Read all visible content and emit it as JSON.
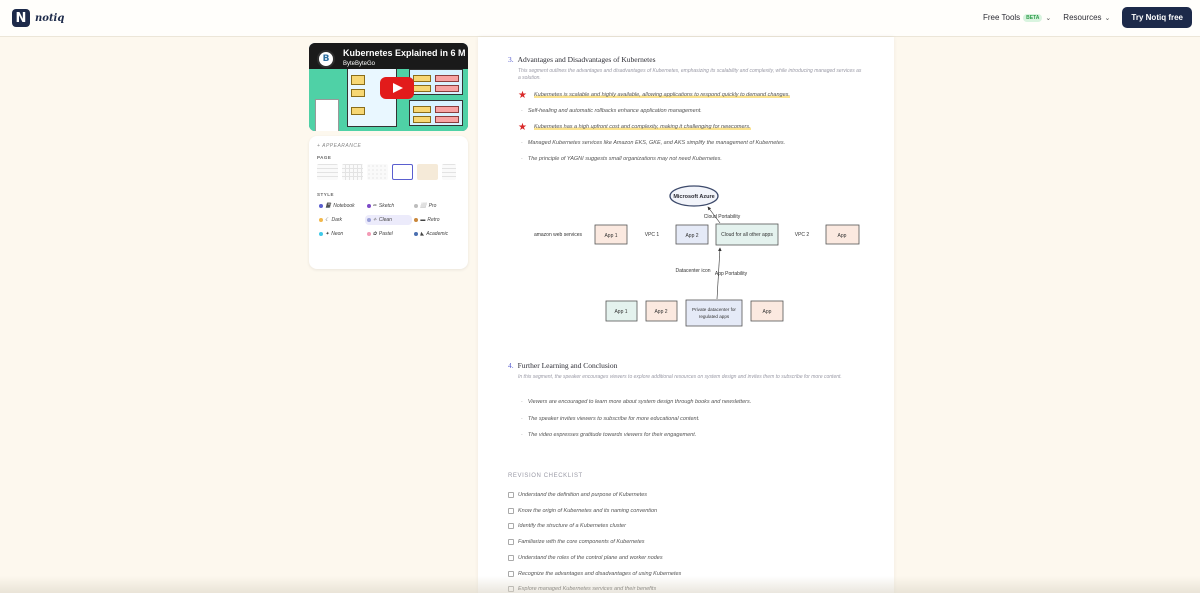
{
  "nav": {
    "logo_letter": "N",
    "logo_text": "notiq",
    "free_tools": "Free Tools",
    "beta_badge": "BETA",
    "resources": "Resources",
    "try_button": "Try Notiq free"
  },
  "video": {
    "title": "Kubernetes Explained in 6 M",
    "channel": "ByteByteGo"
  },
  "appearance": {
    "heading": "+ APPEARANCE",
    "page_label": "PAGE",
    "style_label": "STYLE",
    "styles": [
      {
        "label": "Notebook",
        "color": "#5a5fcf"
      },
      {
        "label": "Sketch",
        "color": "#7d4ac7"
      },
      {
        "label": "Pro",
        "color": "#bdbdbd"
      },
      {
        "label": "Dark",
        "color": "#f2b84b"
      },
      {
        "label": "Clean",
        "color": "#9aa0d8"
      },
      {
        "label": "Retro",
        "color": "#c9873a"
      },
      {
        "label": "Neon",
        "color": "#3fc9e8"
      },
      {
        "label": "Pastel",
        "color": "#f49ab5"
      },
      {
        "label": "Academic",
        "color": "#4b6fb0"
      }
    ]
  },
  "section3": {
    "num": "3.",
    "title": "Advantages and Disadvantages of Kubernetes",
    "desc": "This segment outlines the advantages and disadvantages of Kubernetes, emphasizing its scalability and complexity, while introducing managed services as a solution.",
    "bullets": [
      "Kubernetes is scalable and highly available, allowing applications to respond quickly to demand changes.",
      "Self-healing and automatic rollbacks enhance application management.",
      "Kubernetes has a high upfront cost and complexity, making it challenging for newcomers.",
      "Managed Kubernetes services like Amazon EKS, GKE, and AKS simplify the management of Kubernetes.",
      "The principle of YAGNI suggests small organizations may not need Kubernetes."
    ]
  },
  "diagram": {
    "azure": "Microsoft Azure",
    "cloud_portability": "Cloud Portability",
    "aws": "amazon web services",
    "app1": "App 1",
    "vpc1": "VPC 1",
    "app2": "App 2",
    "cloud_apps": "Cloud for all other apps",
    "vpc2": "VPC 2",
    "app": "App",
    "datacenter": "Datacenter icon",
    "app_portability": "App Portability",
    "private_dc_1": "Private datacenter for",
    "private_dc_2": "regulated apps"
  },
  "section4": {
    "num": "4.",
    "title": "Further Learning and Conclusion",
    "desc": "In this segment, the speaker encourages viewers to explore additional resources on system design and invites them to subscribe for more content.",
    "bullets": [
      "Viewers are encouraged to learn more about system design through books and newsletters.",
      "The speaker invites viewers to subscribe for more educational content.",
      "The video expresses gratitude towards viewers for their engagement."
    ]
  },
  "checklist": {
    "heading": "REVISION CHECKLIST",
    "items": [
      "Understand the definition and purpose of Kubernetes",
      "Know the origin of Kubernetes and its naming convention",
      "Identify the structure of a Kubernetes cluster",
      "Familiarize with the core components of Kubernetes",
      "Understand the roles of the control plane and worker nodes",
      "Recognize the advantages and disadvantages of using Kubernetes",
      "Explore managed Kubernetes services and their benefits"
    ]
  }
}
